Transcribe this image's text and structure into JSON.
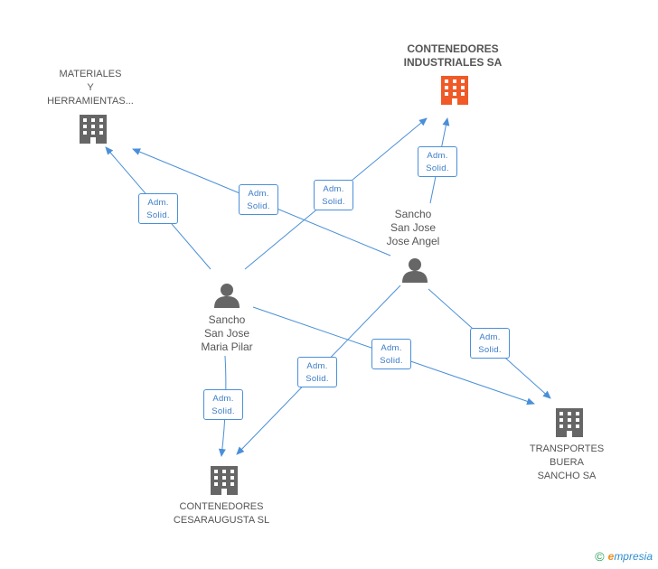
{
  "nodes": {
    "materiales": {
      "lines": [
        "MATERIALES",
        "Y",
        "HERRAMIENTAS..."
      ],
      "icon": "building-icon"
    },
    "contenedores_industriales": {
      "lines": [
        "CONTENEDORES",
        "INDUSTRIALES SA"
      ],
      "icon": "building-icon"
    },
    "transportes": {
      "lines": [
        "TRANSPORTES",
        "BUERA",
        "SANCHO SA"
      ],
      "icon": "building-icon"
    },
    "cesaraugusta": {
      "lines": [
        "CONTENEDORES",
        "CESARAUGUSTA SL"
      ],
      "icon": "building-icon"
    },
    "jose_angel": {
      "lines": [
        "Sancho",
        "San Jose",
        "Jose Angel"
      ],
      "icon": "person-icon"
    },
    "maria_pilar": {
      "lines": [
        "Sancho",
        "San Jose",
        "Maria Pilar"
      ],
      "icon": "person-icon"
    }
  },
  "edges": [
    {
      "line1": "Adm.",
      "line2": "Solid."
    },
    {
      "line1": "Adm.",
      "line2": "Solid."
    },
    {
      "line1": "Adm.",
      "line2": "Solid."
    },
    {
      "line1": "Adm.",
      "line2": "Solid."
    },
    {
      "line1": "Adm.",
      "line2": "Solid."
    },
    {
      "line1": "Adm.",
      "line2": "Solid."
    },
    {
      "line1": "Adm.",
      "line2": "Solid."
    },
    {
      "line1": "Adm.",
      "line2": "Solid."
    }
  ],
  "colors": {
    "edge": "#4a8fd8",
    "building": "#666666",
    "building_main": "#f05a28",
    "person": "#666666"
  },
  "footer": {
    "copyright": "©",
    "brand_initial": "e",
    "brand_rest": "mpresia"
  }
}
